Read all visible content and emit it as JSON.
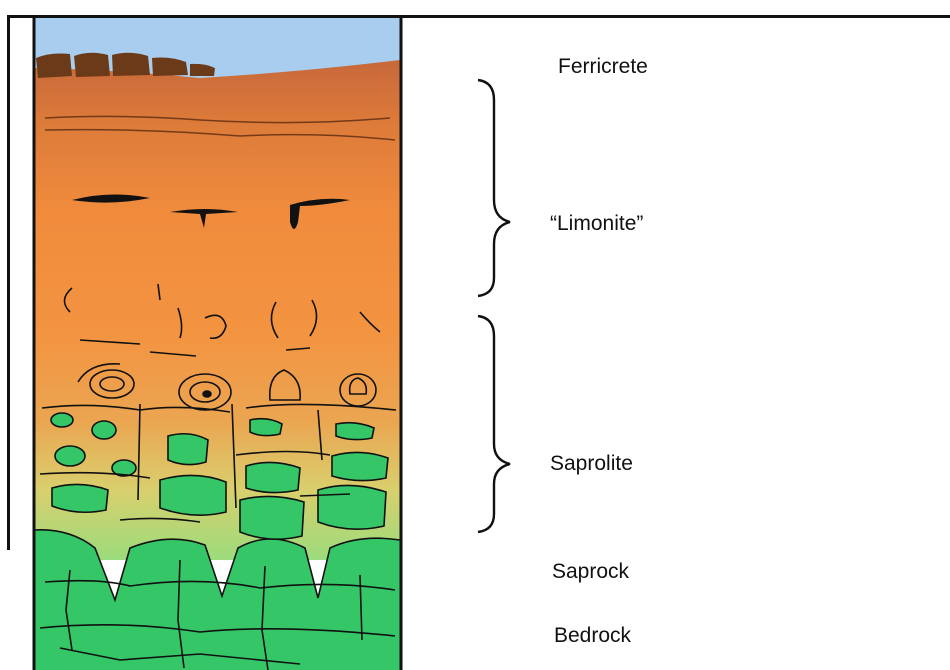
{
  "labels": {
    "ferricrete": "Ferricrete",
    "limonite": "“Limonite”",
    "saprolite": "Saprolite",
    "saprock": "Saprock",
    "bedrock": "Bedrock"
  },
  "colors": {
    "sky": "#a9cdee",
    "ferricrete_top": "#c96b34",
    "limonite": "#f08a3c",
    "saprolite_transition": "#d9d36a",
    "fresh_rock": "#35c767",
    "outline": "#111111"
  }
}
